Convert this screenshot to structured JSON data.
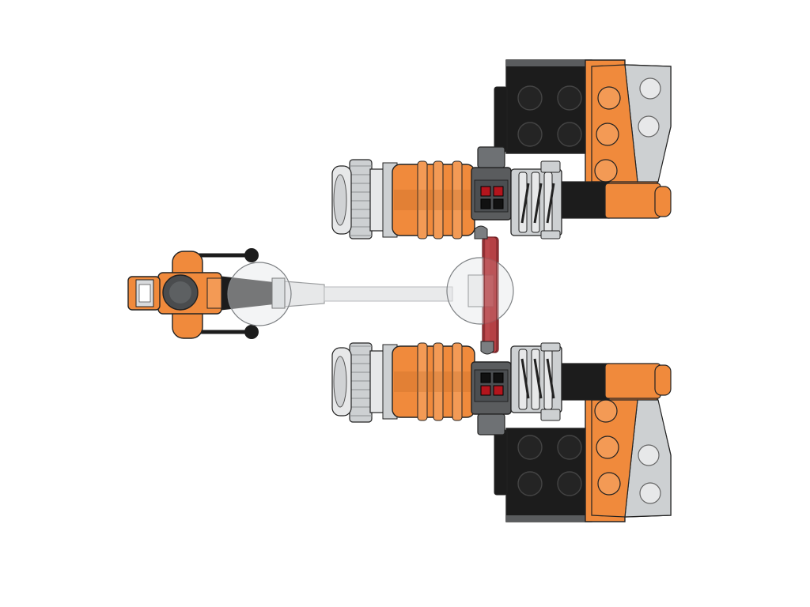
{
  "scene": {
    "subject": "",
    "colors": {
      "background": "#ffffff",
      "orange": "#f08a3c",
      "orange_light": "#f39a55",
      "orange_dark": "#b9621f",
      "black": "#1c1c1c",
      "dark_gray": "#5a5c5e",
      "mid_gray": "#8d9093",
      "light_gray": "#cdd0d2",
      "white_gray": "#e7e8e9",
      "red_rod": "#b54146",
      "red_stud": "#b3151d",
      "trans_clear": "#d8dadc",
      "outline": "#222222"
    },
    "parts": {
      "cockpit": "cockpit-pod",
      "cable": "energy-binder-bar",
      "left_engine_top": "engine-pod-top",
      "left_engine_bottom": "engine-pod-bottom",
      "coupler": "red-energy-coupler"
    }
  }
}
